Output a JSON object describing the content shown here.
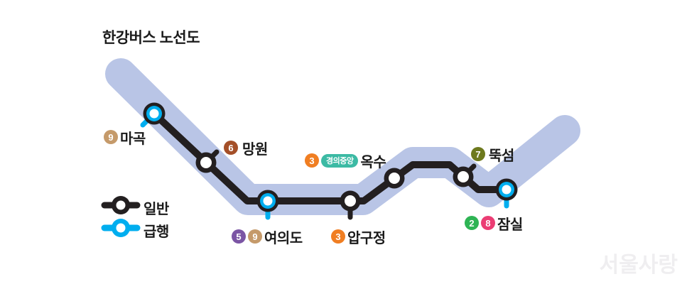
{
  "title": "한강버스 노선도",
  "colors": {
    "river": "#b9c5e6",
    "route": "#231f20",
    "express": "#00aeef",
    "white": "#ffffff",
    "text": "#1b1b1b",
    "watermark": "#efeef0",
    "line2": "#2eb454",
    "line3": "#f07e22",
    "line5": "#7b55a4",
    "line6": "#a44f28",
    "line7": "#6d791d",
    "line8": "#eb3d74",
    "line9": "#c59a6a",
    "gyeongui_jungang": "#3cbaa4"
  },
  "legend": {
    "regular": "일반",
    "express": "급행"
  },
  "stations": [
    {
      "name": "마곡",
      "express": true,
      "badges": [
        {
          "label": "9",
          "color": "#c59a6a"
        }
      ]
    },
    {
      "name": "망원",
      "express": false,
      "badges": [
        {
          "label": "6",
          "color": "#a44f28"
        }
      ]
    },
    {
      "name": "여의도",
      "express": true,
      "badges": [
        {
          "label": "5",
          "color": "#7b55a4"
        },
        {
          "label": "9",
          "color": "#c59a6a"
        }
      ]
    },
    {
      "name": "압구정",
      "express": false,
      "badges": [
        {
          "label": "3",
          "color": "#f07e22"
        }
      ]
    },
    {
      "name": "옥수",
      "express": false,
      "badges": [
        {
          "label": "3",
          "color": "#f07e22"
        }
      ],
      "line_badge": {
        "label": "경의중앙",
        "color": "#3cbaa4"
      }
    },
    {
      "name": "뚝섬",
      "express": false,
      "badges": [
        {
          "label": "7",
          "color": "#6d791d"
        }
      ]
    },
    {
      "name": "잠실",
      "express": true,
      "badges": [
        {
          "label": "2",
          "color": "#2eb454"
        },
        {
          "label": "8",
          "color": "#eb3d74"
        }
      ]
    }
  ],
  "watermark": "서울사랑"
}
